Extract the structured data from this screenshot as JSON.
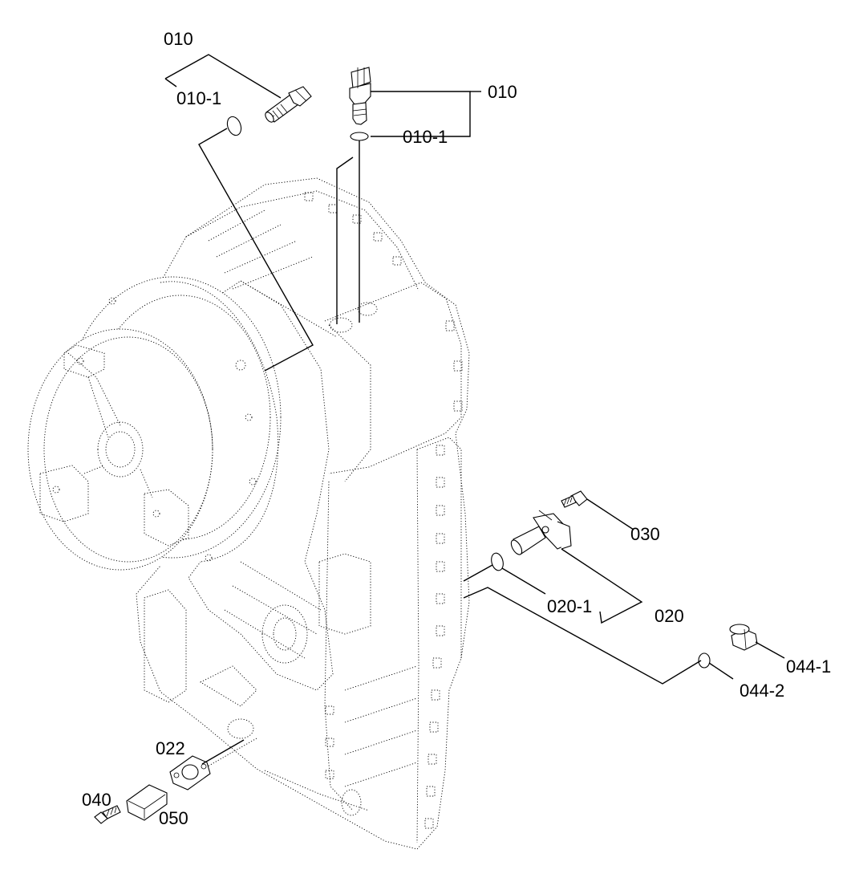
{
  "diagram": {
    "type": "exploded-parts-drawing",
    "subject": "transmission housing with sensors, plugs and cover",
    "labels": {
      "sensor_top_left": "010",
      "oring_top_left": "010-1",
      "sensor_top_right": "010",
      "oring_top_right": "010-1",
      "bolt_sensor": "030",
      "oring_sensor_mid": "020-1",
      "sensor_mid": "020",
      "plug": "044-1",
      "oring_plug": "044-2",
      "gasket": "022",
      "bolt_cover": "040",
      "cover": "050"
    }
  }
}
